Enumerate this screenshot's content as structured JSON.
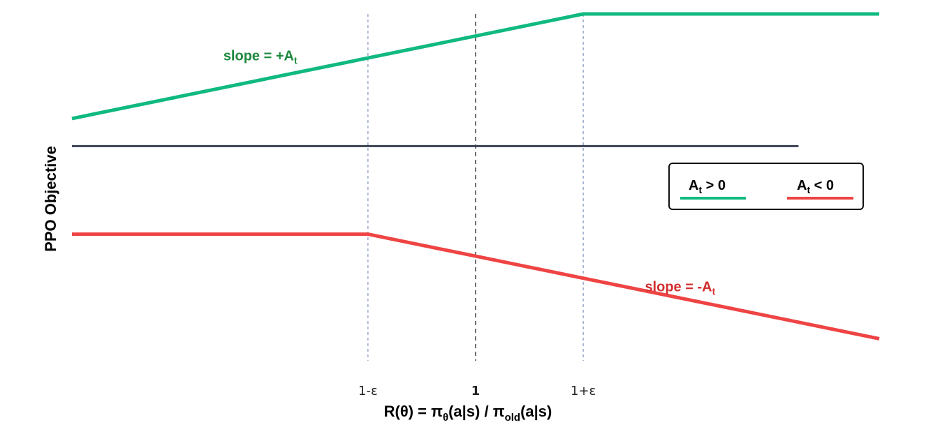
{
  "chart_data": {
    "type": "line",
    "xlabel_parts": [
      "R(θ) = π",
      "θ",
      "(a|s) / π",
      "old",
      "(a|s)"
    ],
    "ylabel": "PPO Objective",
    "x_ticks": [
      {
        "value": 0.8,
        "label": "1-ε",
        "bold": false
      },
      {
        "value": 1.0,
        "label": "1",
        "bold": true
      },
      {
        "value": 1.2,
        "label": "1+ε",
        "bold": false
      }
    ],
    "xlim": [
      0.25,
      1.75
    ],
    "ylim": [
      -1.95,
      1.2
    ],
    "grid": false,
    "baseline": {
      "y": 0,
      "x_end": 1.6,
      "color": "#374151"
    },
    "reference_lines": [
      {
        "x": 0.8,
        "style": "dotted",
        "color": "#94a3c8"
      },
      {
        "x": 1.0,
        "style": "dashed",
        "color": "#333333"
      },
      {
        "x": 1.2,
        "style": "dotted",
        "color": "#94a3c8"
      }
    ],
    "series": [
      {
        "key": "pos",
        "legend_main": "A",
        "legend_sub": "t",
        "legend_rest": " > 0",
        "color": "#10b981",
        "x": [
          0.25,
          0.8,
          1.0,
          1.2,
          1.75
        ],
        "y": [
          0.25,
          0.8,
          1.0,
          1.2,
          1.2
        ],
        "annotation": {
          "main": "slope = +A",
          "sub": "t",
          "color": "#1e8a3f",
          "at_x": 0.6,
          "at_y": 0.78
        }
      },
      {
        "key": "neg",
        "legend_main": "A",
        "legend_sub": "t",
        "legend_rest": " < 0",
        "color": "#ef4444",
        "x": [
          0.25,
          0.8,
          1.0,
          1.2,
          1.75
        ],
        "y": [
          -0.8,
          -0.8,
          -1.0,
          -1.2,
          -1.75
        ],
        "annotation": {
          "main": "slope = -A",
          "sub": "t",
          "color": "#d32f2f",
          "at_x": 1.38,
          "at_y": -1.32
        }
      }
    ],
    "legend_position": "right"
  }
}
